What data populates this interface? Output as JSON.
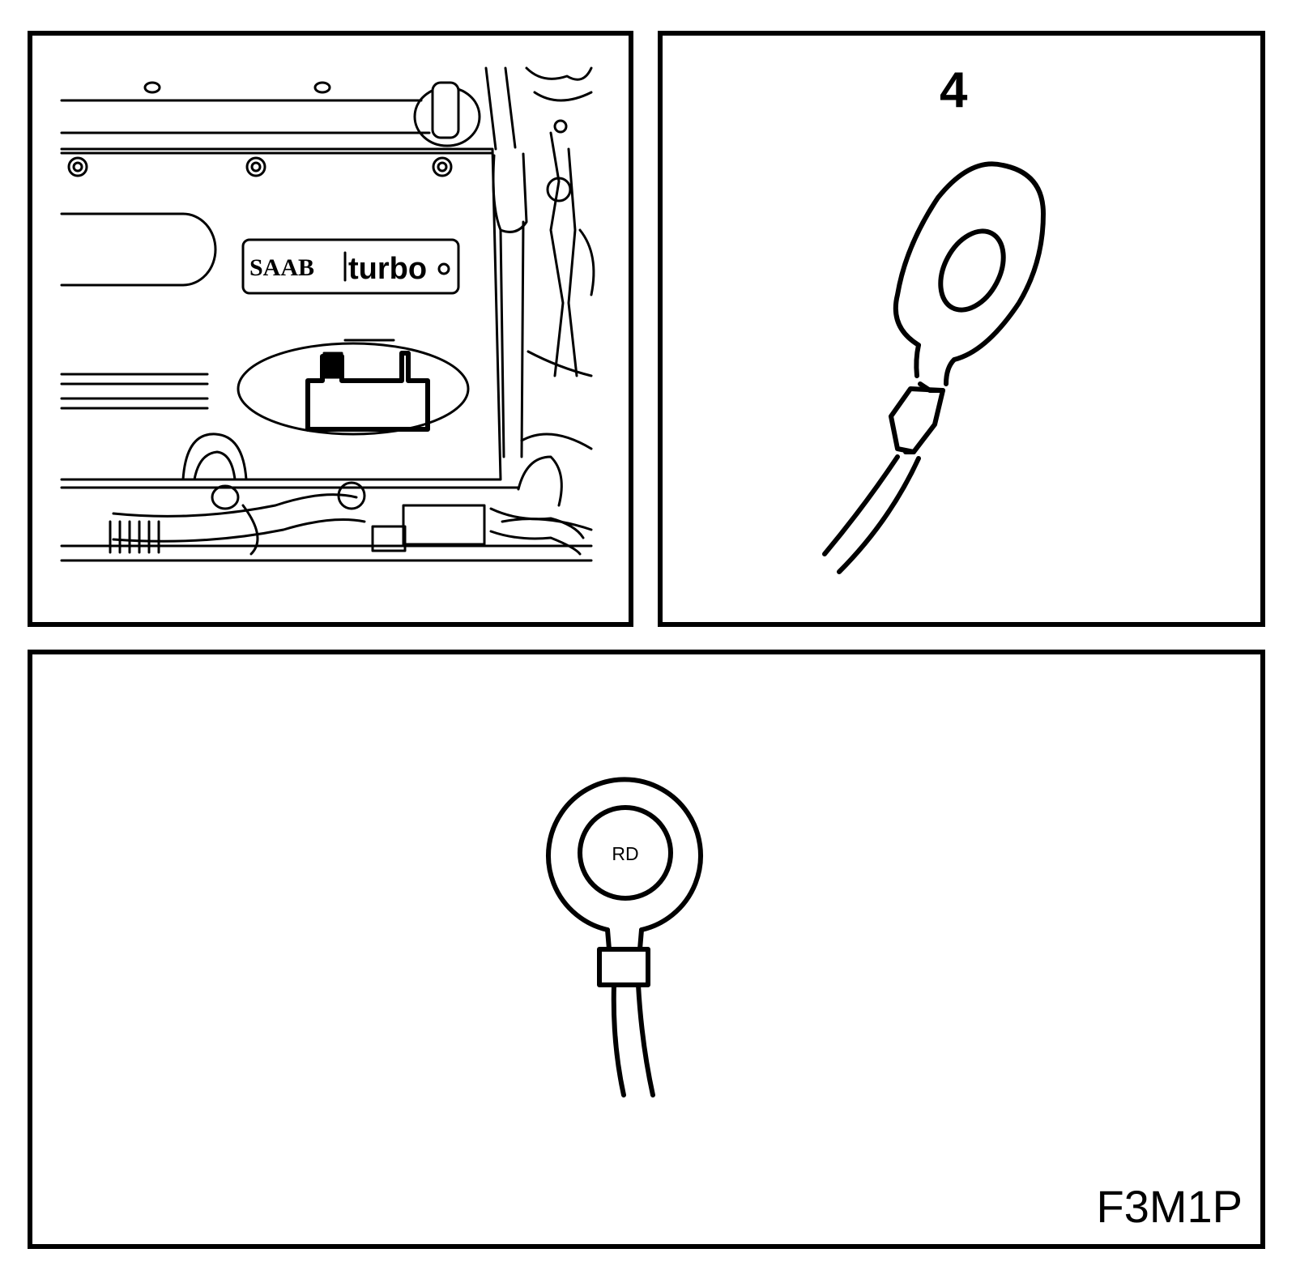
{
  "panels": {
    "engine": {
      "logo_brand": "SAAB",
      "logo_text": "turbo"
    },
    "terminal": {
      "step_number": "4"
    },
    "bottom": {
      "terminal_label": "RD",
      "figure_code": "F3M1P"
    }
  }
}
